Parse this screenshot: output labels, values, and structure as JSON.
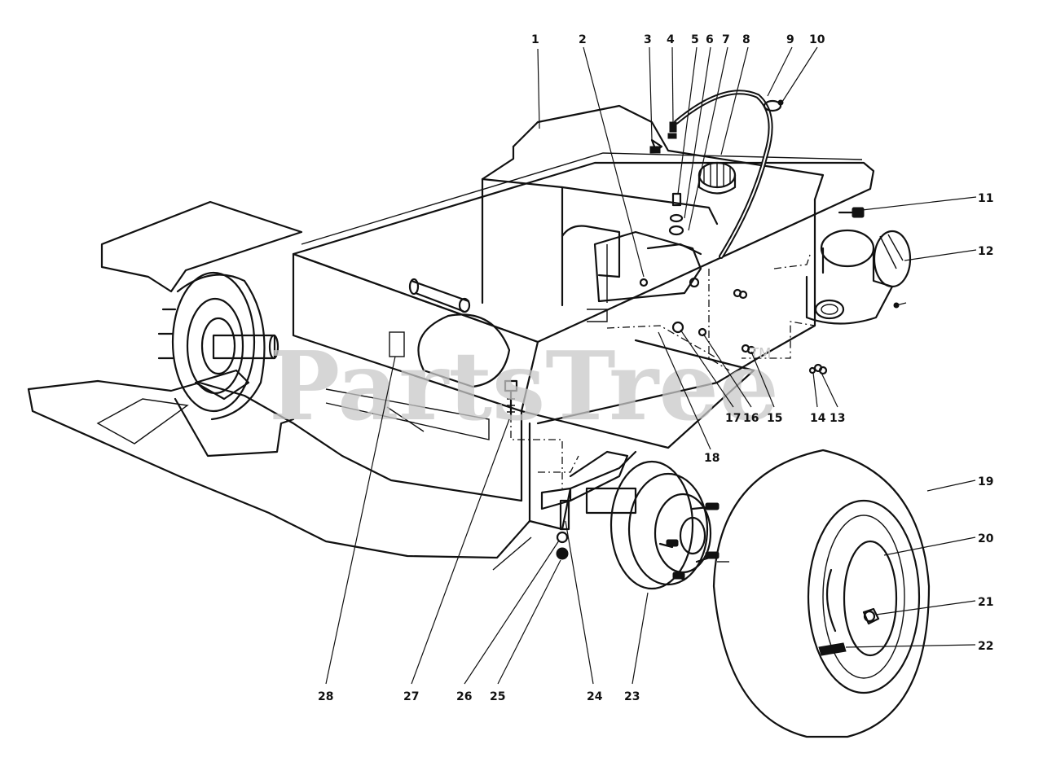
{
  "watermark": {
    "text": "PartsTree",
    "trademark": "TM"
  },
  "callouts": {
    "c1": "1",
    "c2": "2",
    "c3": "3",
    "c4": "4",
    "c5": "5",
    "c6": "6",
    "c7": "7",
    "c8": "8",
    "c9": "9",
    "c10": "10",
    "c11": "11",
    "c12": "12",
    "c13": "13",
    "c14": "14",
    "c15": "15",
    "c16": "16",
    "c17": "17",
    "c18": "18",
    "c19": "19",
    "c20": "20",
    "c21": "21",
    "c22": "22",
    "c23": "23",
    "c24": "24",
    "c25": "25",
    "c26": "26",
    "c27": "27",
    "c28": "28"
  }
}
